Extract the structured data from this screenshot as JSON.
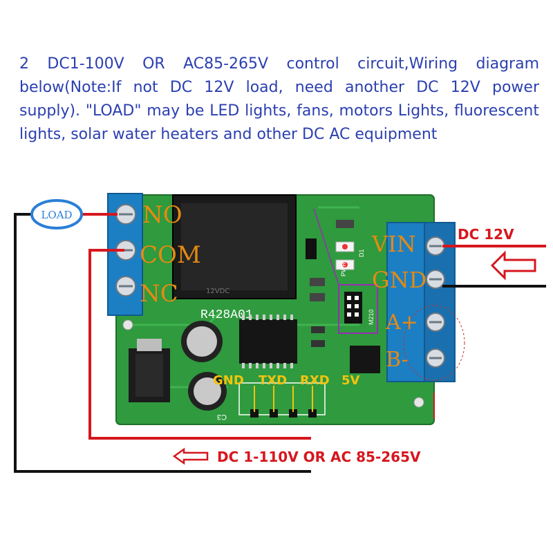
{
  "description_text": "2 DC1-100V OR AC85-265V control circuit,Wiring diagram below(Note:If not DC 12V load, need another DC 12V power supply). \"LOAD\" may be LED lights, fans, motors Lights, fluorescent lights, solar water heaters and other DC AC equipment",
  "load_label": "LOAD",
  "left_terminals": [
    "NO",
    "COM",
    "NC"
  ],
  "right_terminals": [
    "VIN",
    "GND",
    "A+",
    "B-"
  ],
  "board_label": "R428A01",
  "uart_pins": [
    "GND",
    "TXD",
    "RXD",
    "5V"
  ],
  "power_label": "DC 12V",
  "input_label": "DC 1-110V OR AC 85-265V",
  "silkscreen": {
    "capacitor": "C3",
    "led_labels": [
      "PWR",
      "D1"
    ],
    "ic_mark": "M210"
  },
  "colors": {
    "text_blue": "#2b3fb0",
    "wire_red": "#d6161e",
    "wire_black": "#111111",
    "label_orange": "#e58a12",
    "pin_yellow": "#f2c40f",
    "pcb_green": "#2f9a3e",
    "terminal_blue": "#1c7fc4",
    "relay_black": "#1a1a1a",
    "load_ring": "#2a7fd6",
    "arrow_red": "#d6161e"
  },
  "icons": [
    "load-ellipse",
    "arrow-left-icon",
    "arrow-left-outline-icon"
  ]
}
